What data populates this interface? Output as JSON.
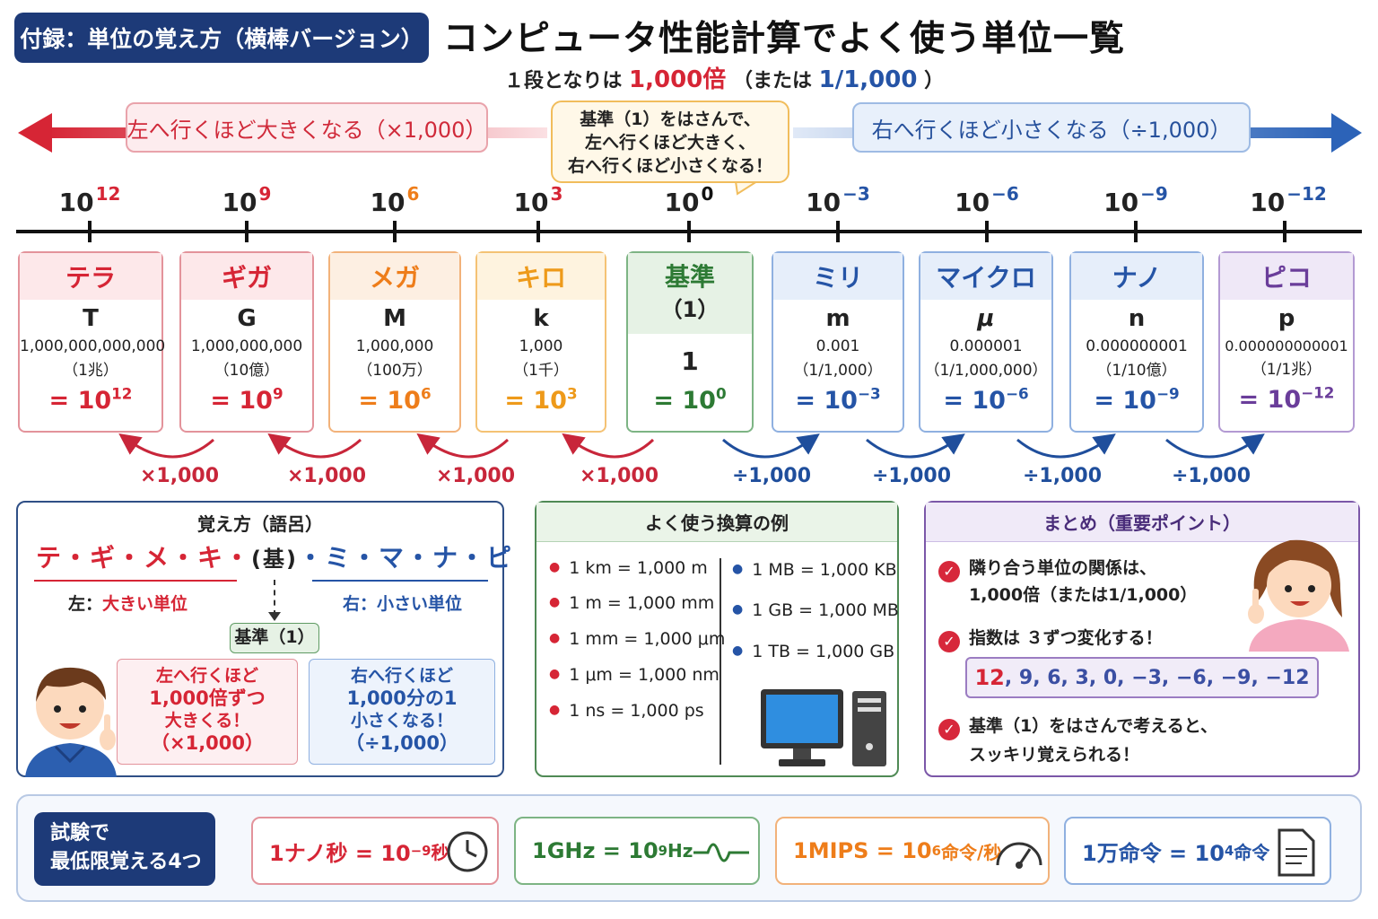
{
  "header": {
    "badge": "付録：単位の覚え方（横棒バージョン）",
    "title": "コンピュータ性能計算でよく使う単位一覧",
    "subtitle_pre": "１段となりは",
    "subtitle_red": "1,000倍",
    "subtitle_mid": "（または",
    "subtitle_blue": "1/1,000",
    "subtitle_post": "）"
  },
  "direction": {
    "left_label": "左へ行くほど大きくなる（×1,000）",
    "right_label": "右へ行くほど小さくなる（÷1,000）",
    "bubble_lines": [
      "基準（1）をはさんで、",
      "左へ行くほど大きく、",
      "右へ行くほど小さくなる！"
    ]
  },
  "scale": [
    {
      "base": "10",
      "exp": "12"
    },
    {
      "base": "10",
      "exp": "9"
    },
    {
      "base": "10",
      "exp": "6"
    },
    {
      "base": "10",
      "exp": "3"
    },
    {
      "base": "10",
      "exp": "0"
    },
    {
      "base": "10",
      "exp": "−3"
    },
    {
      "base": "10",
      "exp": "−6"
    },
    {
      "base": "10",
      "exp": "−9"
    },
    {
      "base": "10",
      "exp": "−12"
    }
  ],
  "units": [
    {
      "name": "テラ",
      "symbol": "T",
      "value": "1,000,000,000,000",
      "kanji": "（1兆）",
      "power_base": "= 10",
      "power_exp": "12"
    },
    {
      "name": "ギガ",
      "symbol": "G",
      "value": "1,000,000,000",
      "kanji": "（10億）",
      "power_base": "= 10",
      "power_exp": "9"
    },
    {
      "name": "メガ",
      "symbol": "M",
      "value": "1,000,000",
      "kanji": "（100万）",
      "power_base": "= 10",
      "power_exp": "6"
    },
    {
      "name": "キロ",
      "symbol": "k",
      "value": "1,000",
      "kanji": "（1千）",
      "power_base": "= 10",
      "power_exp": "3"
    },
    {
      "name": "基準",
      "name2": "（1）",
      "value": "1",
      "power_base": "= 10",
      "power_exp": "0"
    },
    {
      "name": "ミリ",
      "symbol": "m",
      "value": "0.001",
      "kanji": "（1/1,000）",
      "power_base": "= 10",
      "power_exp": "−3"
    },
    {
      "name": "マイクロ",
      "symbol": "μ",
      "value": "0.000001",
      "kanji": "（1/1,000,000）",
      "power_base": "= 10",
      "power_exp": "−6"
    },
    {
      "name": "ナノ",
      "symbol": "n",
      "value": "0.000000001",
      "kanji": "（1/10億）",
      "power_base": "= 10",
      "power_exp": "−9"
    },
    {
      "name": "ピコ",
      "symbol": "p",
      "value": "0.000000000001",
      "kanji": "（1/1兆）",
      "power_base": "= 10",
      "power_exp": "−12"
    }
  ],
  "multipliers": [
    "×1,000",
    "×1,000",
    "×1,000",
    "×1,000",
    "÷1,000",
    "÷1,000",
    "÷1,000",
    "÷1,000"
  ],
  "mnemonic": {
    "title": "覚え方（語呂）",
    "left_part": "テ・ギ・メ・キ・",
    "mid_part": "(基)",
    "right_part": "・ミ・マ・ナ・ピ",
    "left_caption_a": "左：",
    "left_caption_b": "大きい単位",
    "right_caption_a": "右：",
    "right_caption_b": "小さい単位",
    "base_label": "基準（1）",
    "left_box": [
      "左へ行くほど",
      "1,000倍ずつ",
      "大きくる！",
      "（×1,000）"
    ],
    "right_box": [
      "右へ行くほど",
      "1,000分の1",
      "小さくなる！",
      "（÷1,000）"
    ]
  },
  "examples": {
    "title": "よく使う換算の例",
    "left": [
      "1 km = 1,000 m",
      "1 m  = 1,000 mm",
      "1 mm = 1,000 μm",
      "1 μm = 1,000 nm",
      "1 ns  = 1,000 ps"
    ],
    "right": [
      "1 MB = 1,000 KB",
      "1 GB = 1,000 MB",
      "1 TB  = 1,000 GB"
    ]
  },
  "summary": {
    "title": "まとめ（重要ポイント）",
    "point1_a": "隣り合う単位の関係は、",
    "point1_b": "1,000倍（または1/1,000）",
    "point2": "指数は ３ずつ変化する！",
    "sequence_first": "12",
    "sequence_rest": ", 9, 6, 3, 0, −3, −6, −9, −12",
    "point3_a": "基準（1）をはさんで考えると、",
    "point3_b": "スッキリ覚えられる！"
  },
  "exam": {
    "badge_line1": "試験で",
    "badge_line2": "最低限覚える4つ",
    "facts": [
      {
        "pre": "1ナノ秒 = 10",
        "exp": "−9",
        "post": " 秒",
        "icon": "clock-icon"
      },
      {
        "pre": "1GHz = 10",
        "exp": "9",
        "post": " Hz",
        "icon": "wave-icon"
      },
      {
        "pre": "1MIPS = 10",
        "exp": "6",
        "post": " 命令/秒",
        "icon": "speedometer-icon"
      },
      {
        "pre": "1万命令 = 10",
        "exp": "4",
        "post": " 命令",
        "icon": "document-icon"
      }
    ]
  },
  "colors": {
    "red": "#d62535",
    "orange": "#ee7d1a",
    "amber": "#ee9a1a",
    "green": "#2d7a34",
    "blue": "#2554a6",
    "purple": "#6a3d9a",
    "navy": "#1d3a78"
  }
}
